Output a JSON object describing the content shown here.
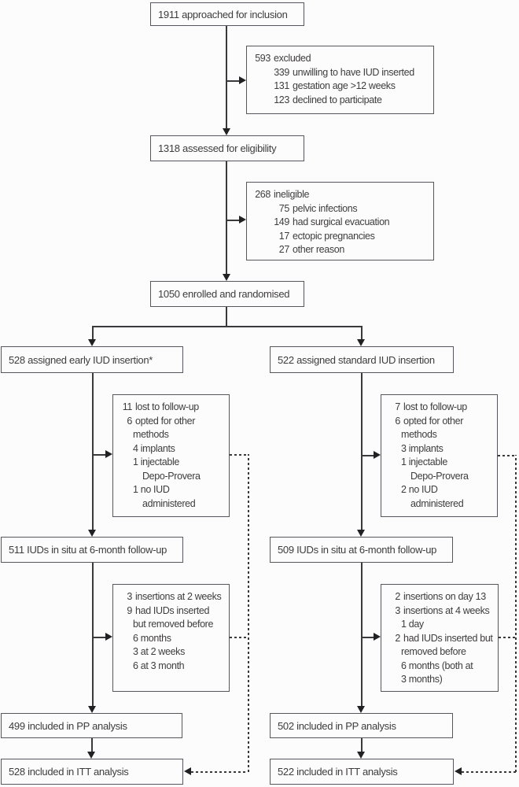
{
  "style": {
    "box_border": "#56565c",
    "text": "#3e3c3d",
    "line": "#3a393b",
    "arrow": "#212023",
    "background": "#fcfcfc"
  },
  "boxes": {
    "approached": {
      "label": "1911 approached for inclusion"
    },
    "excluded": {
      "lines": [
        {
          "num": "593",
          "text": "excluded",
          "indent": 0
        },
        {
          "num": "339",
          "text": "unwilling to have IUD inserted",
          "indent": 1
        },
        {
          "num": "131",
          "text": "gestation age >12 weeks",
          "indent": 1
        },
        {
          "num": "123",
          "text": "declined to participate",
          "indent": 1
        }
      ]
    },
    "assessed": {
      "label": "1318 assessed for eligibility"
    },
    "ineligible": {
      "lines": [
        {
          "num": "268",
          "text": "ineligible",
          "indent": 0
        },
        {
          "num": "75",
          "text": "pelvic infections",
          "indent": 1
        },
        {
          "num": "149",
          "text": "had surgical evacuation",
          "indent": 1
        },
        {
          "num": "17",
          "text": "ectopic pregnancies",
          "indent": 1
        },
        {
          "num": "27",
          "text": "other reason",
          "indent": 1
        }
      ]
    },
    "randomised": {
      "label": "1050 enrolled and randomised"
    },
    "assign_early": {
      "label": "528 assigned early IUD insertion*"
    },
    "assign_standard": {
      "label": "522 assigned standard IUD insertion"
    },
    "lost_early": {
      "lines": [
        {
          "num": "11",
          "text": "lost to follow-up",
          "indent": 0
        },
        {
          "num": "6",
          "text": "opted for other",
          "indent": 0
        },
        {
          "num": "",
          "text": "methods",
          "indent": 1
        },
        {
          "num": "",
          "text": "4 implants",
          "indent": 1
        },
        {
          "num": "",
          "text": "1 injectable",
          "indent": 1
        },
        {
          "num": "",
          "text": "Depo-Provera",
          "indent": 2
        },
        {
          "num": "",
          "text": "1 no IUD",
          "indent": 1
        },
        {
          "num": "",
          "text": "administered",
          "indent": 2
        }
      ]
    },
    "lost_standard": {
      "lines": [
        {
          "num": "7",
          "text": "lost to follow-up",
          "indent": 0
        },
        {
          "num": "6",
          "text": "opted for other",
          "indent": 0
        },
        {
          "num": "",
          "text": "methods",
          "indent": 1
        },
        {
          "num": "",
          "text": "3 implants",
          "indent": 1
        },
        {
          "num": "",
          "text": "1 injectable",
          "indent": 1
        },
        {
          "num": "",
          "text": "Depo-Provera",
          "indent": 2
        },
        {
          "num": "",
          "text": "2 no IUD",
          "indent": 1
        },
        {
          "num": "",
          "text": "administered",
          "indent": 2
        }
      ]
    },
    "situ_early": {
      "label": "511 IUDs in situ at 6-month follow-up"
    },
    "situ_standard": {
      "label": "509 IUDs in situ at 6-month follow-up"
    },
    "removed_early": {
      "lines": [
        {
          "num": "3",
          "text": "insertions at 2 weeks",
          "indent": 0
        },
        {
          "num": "9",
          "text": "had IUDs inserted",
          "indent": 0
        },
        {
          "num": "",
          "text": "but removed before",
          "indent": 1
        },
        {
          "num": "",
          "text": "6 months",
          "indent": 1
        },
        {
          "num": "",
          "text": "3 at 2 weeks",
          "indent": 1
        },
        {
          "num": "",
          "text": "6 at 3 month",
          "indent": 1
        }
      ]
    },
    "removed_standard": {
      "lines": [
        {
          "num": "2",
          "text": "insertions on day 13",
          "indent": 0
        },
        {
          "num": "3",
          "text": "insertions at 4 weeks",
          "indent": 0
        },
        {
          "num": "",
          "text": "1 day",
          "indent": 1
        },
        {
          "num": "2",
          "text": "had IUDs inserted but",
          "indent": 0
        },
        {
          "num": "",
          "text": "removed before",
          "indent": 1
        },
        {
          "num": "",
          "text": "6 months (both at",
          "indent": 1
        },
        {
          "num": "",
          "text": "3 months)",
          "indent": 1
        }
      ]
    },
    "pp_early": {
      "label": "499 included in PP analysis"
    },
    "pp_standard": {
      "label": "502 included in PP analysis"
    },
    "itt_early": {
      "label": "528 included in ITT analysis"
    },
    "itt_standard": {
      "label": "522 included in ITT analysis"
    }
  }
}
